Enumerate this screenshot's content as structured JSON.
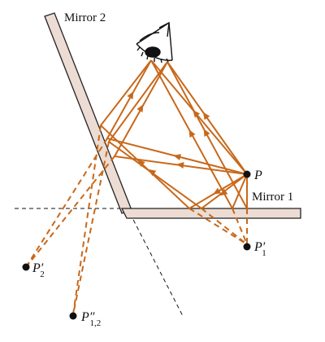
{
  "mirror_labels": {
    "mirror1": "Mirror 1",
    "mirror2": "Mirror 2"
  },
  "points": {
    "P": {
      "letter": "P",
      "prime": "",
      "subscript": ""
    },
    "P1prime": {
      "letter": "P",
      "prime": "′",
      "subscript": "1"
    },
    "P2prime": {
      "letter": "P",
      "prime": "′",
      "subscript": "2"
    },
    "P12dprime": {
      "letter": "P",
      "prime": "″",
      "subscript": "1,2"
    }
  },
  "colors": {
    "ray": "#c8681a",
    "mirror_fill": "#ecdcd3",
    "mirror_stroke": "#222222",
    "guide_line": "#111111"
  }
}
